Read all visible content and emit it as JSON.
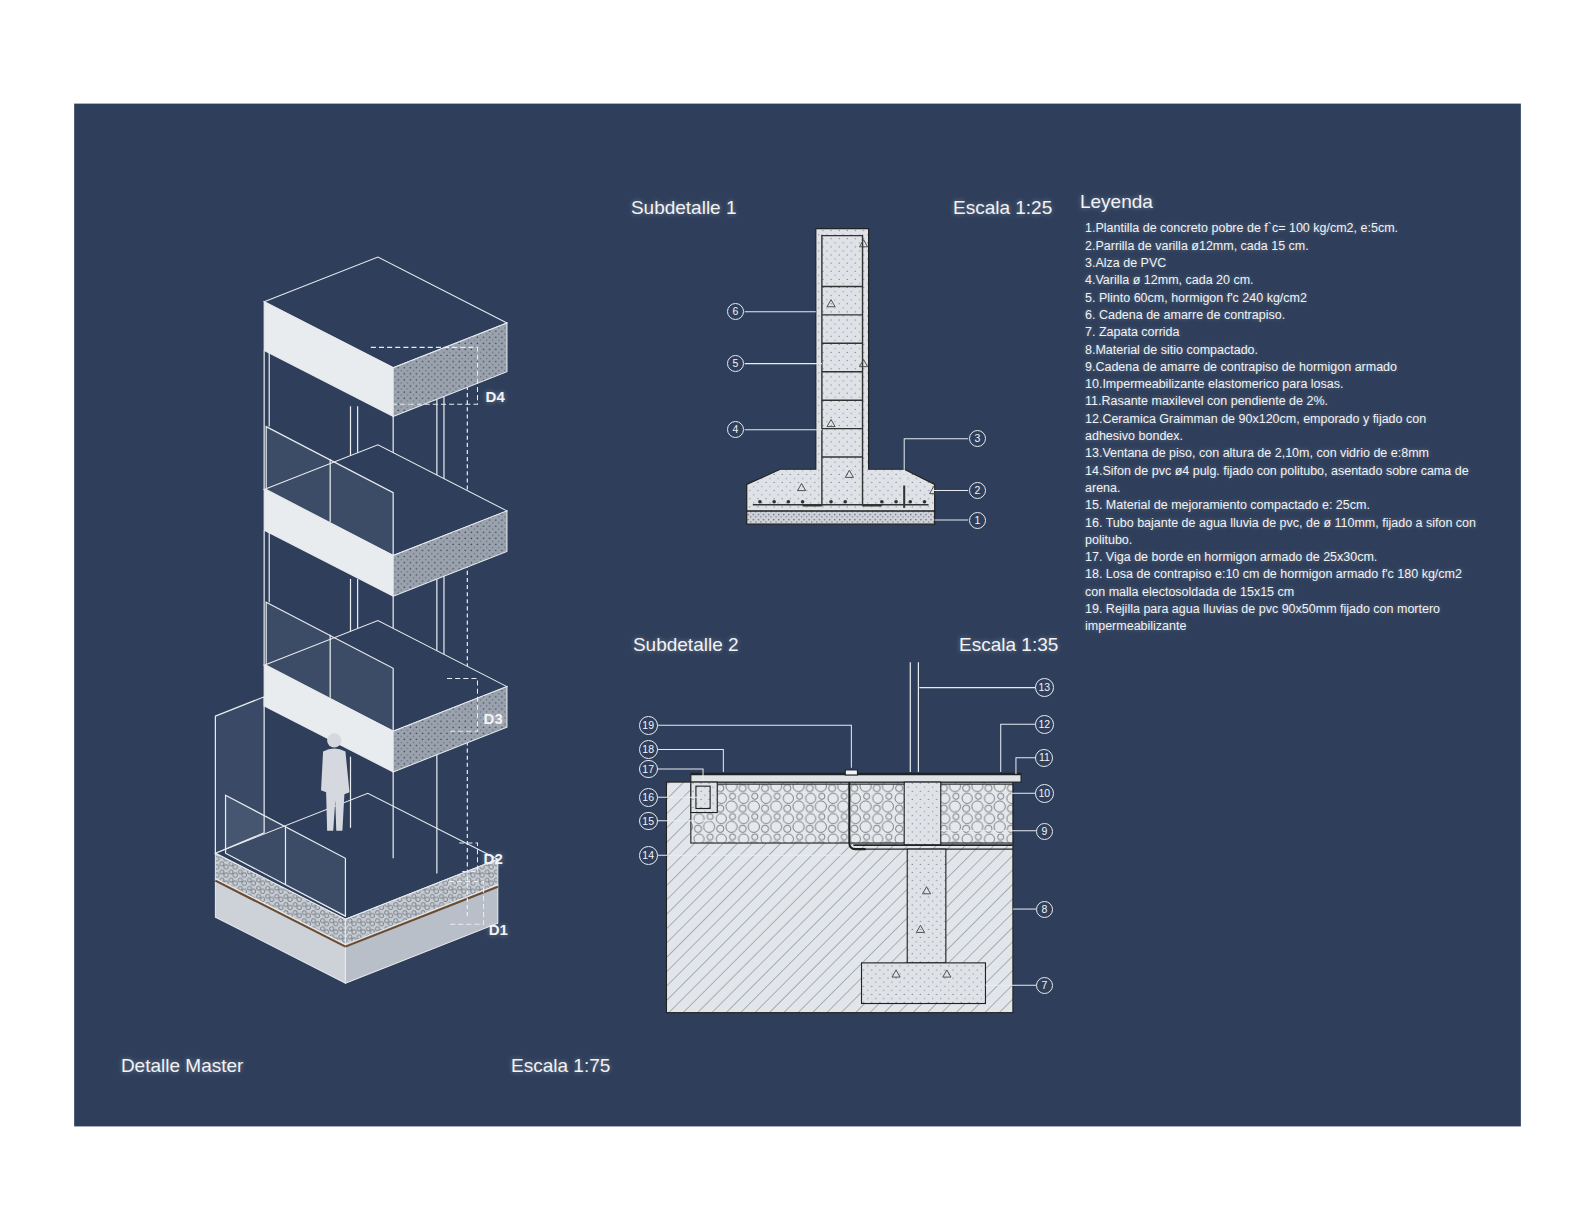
{
  "diagram": {
    "nodes": [
      {
        "text": [
          "6"
        ]
      },
      {
        "text": [
          "5"
        ]
      },
      {
        "text": [
          "4"
        ]
      },
      {
        "text": [
          "3"
        ]
      },
      {
        "text": [
          "2"
        ]
      },
      {
        "text": [
          "1"
        ]
      },
      {
        "text": [
          "19"
        ]
      },
      {
        "text": [
          "18"
        ]
      },
      {
        "text": [
          "17"
        ]
      },
      {
        "text": [
          "16"
        ]
      },
      {
        "text": [
          "15"
        ]
      },
      {
        "text": [
          "14"
        ]
      },
      {
        "text": [
          "13"
        ]
      },
      {
        "text": [
          "12"
        ]
      },
      {
        "text": [
          "11"
        ]
      },
      {
        "text": [
          "10"
        ]
      },
      {
        "text": [
          "9"
        ]
      },
      {
        "text": [
          "8"
        ]
      },
      {
        "text": [
          "7"
        ]
      }
    ],
    "labels": [
      "Subdetalle 1",
      "Escala 1:25",
      "Leyenda",
      "Subdetalle 2",
      "Escala 1:35",
      "D4",
      "D3",
      "D2",
      "D1",
      "Detalle Master",
      "Escala 1:75"
    ],
    "legend": [
      {
        "text": "1.Plantilla de concreto pobre de f`c= 100 kg/cm2, e:5cm."
      },
      {
        "text": "2.Parrilla de varilla ø12mm, cada 15 cm."
      },
      {
        "text": "3.Alza de PVC"
      },
      {
        "text": "4.Varilla ø 12mm, cada 20 cm."
      },
      {
        "text": "5. Plinto 60cm, hormigon f'c 240 kg/cm2"
      },
      {
        "text": "6. Cadena de amarre de contrapiso."
      },
      {
        "text": "7. Zapata corrida"
      },
      {
        "text": "8.Material de sitio compactado."
      },
      {
        "text": "9.Cadena de amarre de contrapiso de hormigon armado"
      },
      {
        "text": "10.Impermeabilizante elastomerico para losas."
      },
      {
        "text": "11.Rasante maxilevel con pendiente de 2%."
      },
      {
        "text": "12.Ceramica Graimman de 90x120cm, emporado y fijado con adhesivo bondex."
      },
      {
        "text": "13.Ventana de piso, con altura de 2,10m, con vidrio de e:8mm"
      },
      {
        "text": "14.Sifon de pvc ø4 pulg. fijado con politubo, asentado sobre cama de arena."
      },
      {
        "text": "15. Material de mejoramiento compactado e: 25cm."
      },
      {
        "text": "16. Tubo bajante de agua lluvia de pvc, de ø 110mm, fijado a sifon con politubo."
      },
      {
        "text": "17. Viga de borde en hormigon armado de 25x30cm."
      },
      {
        "text": "18. Losa de contrapiso e:10 cm de hormigon armado f'c 180 kg/cm2 con malla electosoldada de 15x15 cm"
      },
      {
        "text": "19. Rejilla para agua lluvias de pvc 90x50mm fijado con mortero impermeabilizante"
      }
    ]
  }
}
